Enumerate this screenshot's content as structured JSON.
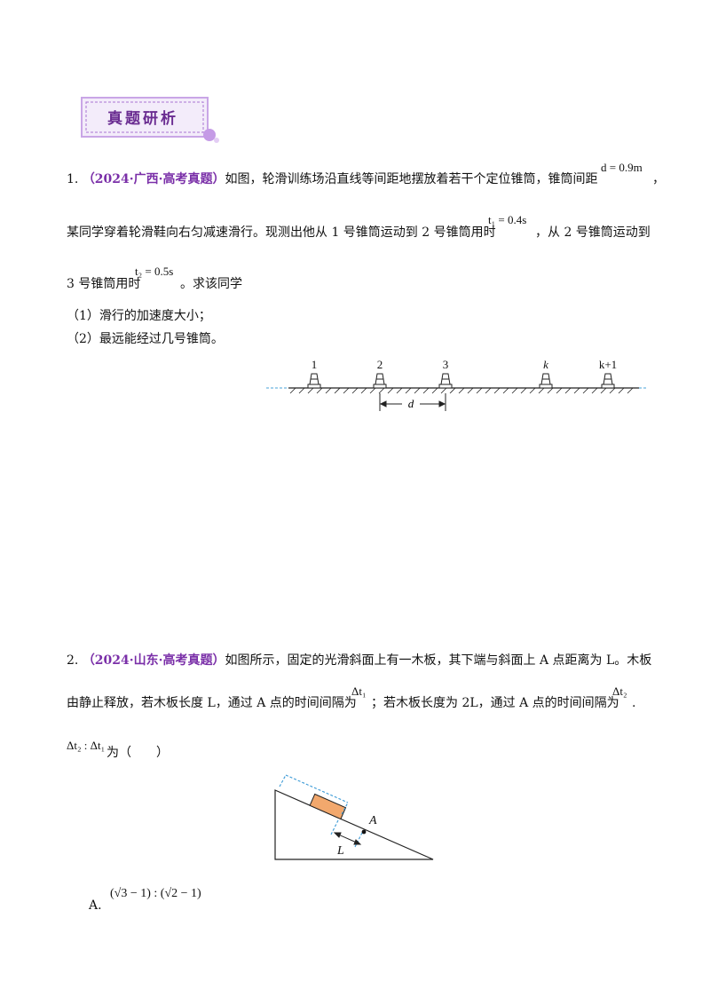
{
  "section": {
    "title": "真题研析"
  },
  "q1": {
    "number": "1.",
    "source": "（2024·广西·高考真题）",
    "line1": "如图，轮滑训练场沿直线等间距地摆放着若干个定位锥筒，锥筒间距",
    "d_expr": "d = 0.9m",
    "comma": "，",
    "line2": "某同学穿着轮滑鞋向右匀减速滑行。现测出他从 1 号锥筒运动到 2 号锥筒用时",
    "t1_expr": "t₁ = 0.4s",
    "line2b": "，从 2 号锥筒运动到",
    "line3a": "3 号锥筒用时",
    "t2_expr": "t₂ = 0.5s",
    "line3b": "。求该同学",
    "sub1": "（1）滑行的加速度大小；",
    "sub2": "（2）最远能经过几号锥筒。",
    "figure": {
      "labels": [
        "1",
        "2",
        "3",
        "k",
        "k+1"
      ],
      "dim_label": "d"
    }
  },
  "q2": {
    "number": "2.",
    "source": "（2024·山东·高考真题）",
    "line1": "如图所示，固定的光滑斜面上有一木板，其下端与斜面上 A 点距离为 L。木板",
    "line2a": "由静止释放，若木板长度 L，通过 A 点的时间间隔为",
    "dt1": "Δt₁",
    "line2b": "；若木板长度为 2L，通过 A 点的时间间隔为",
    "dt2": "Δt₂",
    "line2c": ".",
    "ratio": "Δt₂ : Δt₁",
    "line3b": "为（　　）",
    "figure": {
      "point_label": "A",
      "length_label": "L"
    },
    "option_a_letter": "A.",
    "option_a": "(√3 − 1) : (√2 − 1)"
  }
}
